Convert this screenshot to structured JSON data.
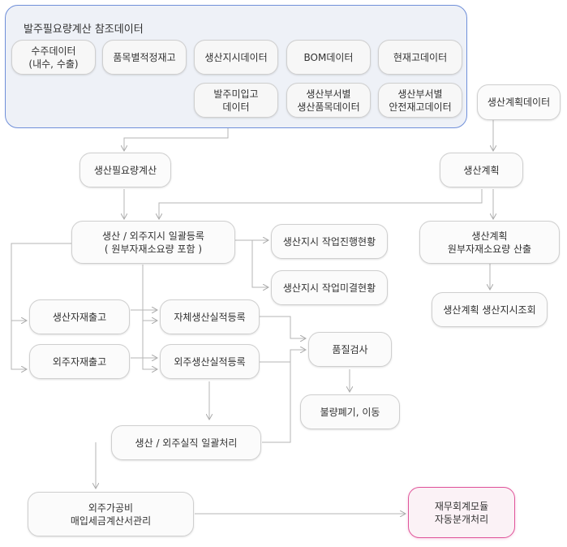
{
  "panel": {
    "title": "발주필요량계산 참조데이터"
  },
  "nodes": {
    "order_data": "수주데이터\n(내수, 수출)",
    "item_stock": "품목별적정재고",
    "prod_order_data": "생산지시데이터",
    "bom_data": "BOM데이터",
    "current_stock_data": "현재고데이터",
    "unreceived_data": "발주미입고\n데이터",
    "dept_item_data": "생산부서별\n생산품목데이터",
    "dept_safety_stock": "생산부서별\n안전재고데이터",
    "plan_data": "생산계획데이터",
    "req_calc": "생산필요량계산",
    "plan": "생산계획",
    "bulk_register": "생산 / 외주지시 일괄등록\n( 원부자재소요량 포함 )",
    "progress_status": "생산지시 작업진행현황",
    "incomplete_status": "생산지시 작업미결현황",
    "plan_material_calc": "생산계획\n원부자재소요량 산출",
    "plan_inquiry": "생산계획 생산지시조회",
    "prod_material_out": "생산자재출고",
    "out_material_out": "외주자재출고",
    "self_result": "자체생산실적등록",
    "out_result": "외주생산실적등록",
    "quality": "품질검사",
    "defect": "불량폐기, 이동",
    "bulk_result": "생산 / 외주실직 일괄처리",
    "invoice": "외주가공비\n매입세금계산서관리",
    "accounting": "재무회계모듈\n자동분개처리"
  }
}
